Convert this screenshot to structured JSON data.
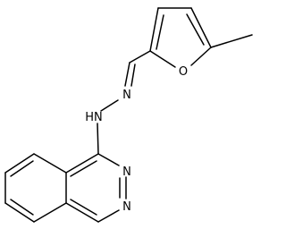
{
  "molecule": {
    "atoms": {
      "furan_oxygen": "O",
      "imine_nitrogen": "N",
      "hydrazine_nh": "HN",
      "ring_nitrogen_upper": "N",
      "ring_nitrogen_lower": "N"
    }
  },
  "colors": {
    "bond": "#000000",
    "label": "#000000",
    "background": "#ffffff"
  }
}
